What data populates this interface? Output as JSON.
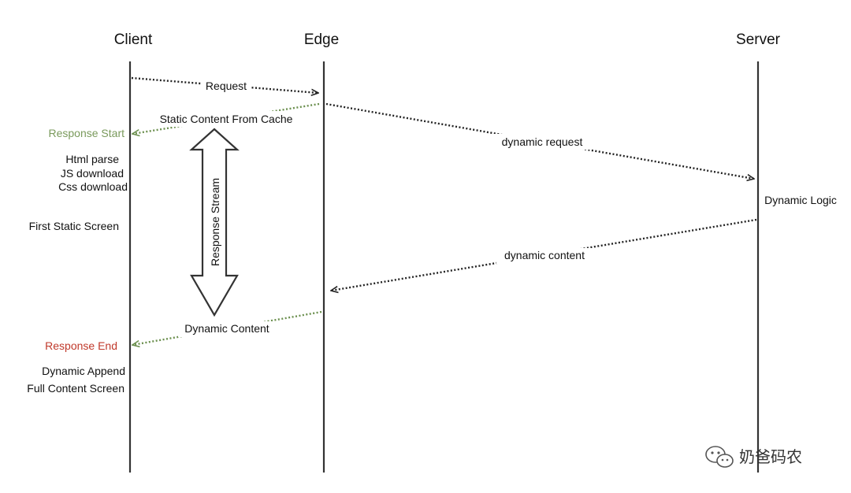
{
  "participants": {
    "client": "Client",
    "edge": "Edge",
    "server": "Server"
  },
  "messages": {
    "request": "Request",
    "static_content_from_cache": "Static Content From Cache",
    "dynamic_request": "dynamic request",
    "dynamic_content_lower": "dynamic content",
    "dynamic_content": "Dynamic Content",
    "response_stream": "Response Stream"
  },
  "client_notes": {
    "response_start": "Response Start",
    "html_parse": "Html parse",
    "js_download": "JS download",
    "css_download": "Css download",
    "first_static_screen": "First Static Screen",
    "response_end": "Response End",
    "dynamic_append": "Dynamic Append",
    "full_content_screen": "Full Content Screen"
  },
  "server_notes": {
    "dynamic_logic": "Dynamic Logic"
  },
  "watermark": {
    "text": "奶爸码农",
    "icon": "wechat-icon"
  },
  "colors": {
    "response_start": "#7a9a5c",
    "response_end": "#c0392b",
    "green_arrow": "#6b8f4e",
    "dark_arrow": "#222222"
  }
}
